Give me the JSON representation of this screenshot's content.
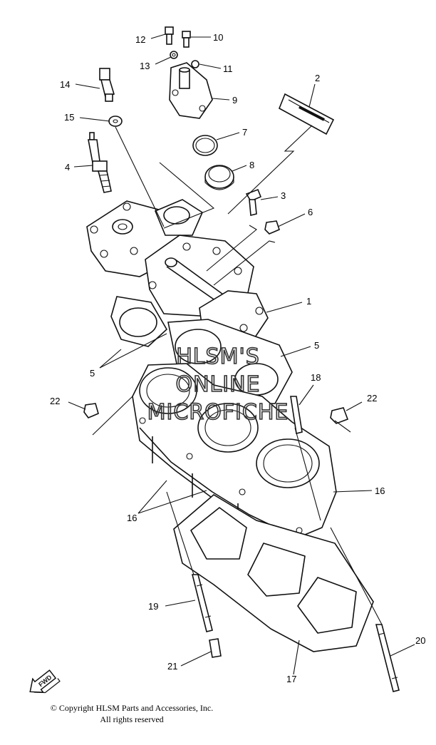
{
  "callouts": [
    {
      "num": "1"
    },
    {
      "num": "2"
    },
    {
      "num": "3"
    },
    {
      "num": "4"
    },
    {
      "num": "5"
    },
    {
      "num": "5"
    },
    {
      "num": "6"
    },
    {
      "num": "7"
    },
    {
      "num": "8"
    },
    {
      "num": "9"
    },
    {
      "num": "10"
    },
    {
      "num": "11"
    },
    {
      "num": "12"
    },
    {
      "num": "13"
    },
    {
      "num": "14"
    },
    {
      "num": "15"
    },
    {
      "num": "16"
    },
    {
      "num": "16"
    },
    {
      "num": "17"
    },
    {
      "num": "18"
    },
    {
      "num": "19"
    },
    {
      "num": "20"
    },
    {
      "num": "21"
    },
    {
      "num": "22"
    },
    {
      "num": "22"
    }
  ],
  "watermark": {
    "line1": "HLSM'S",
    "line2": "ONLINE",
    "line3": "MICROFICHE"
  },
  "fwd_badge": "FWD",
  "copyright": {
    "line1": "© Copyright HLSM Parts and Accessories, Inc.",
    "line2": "All rights reserved"
  }
}
